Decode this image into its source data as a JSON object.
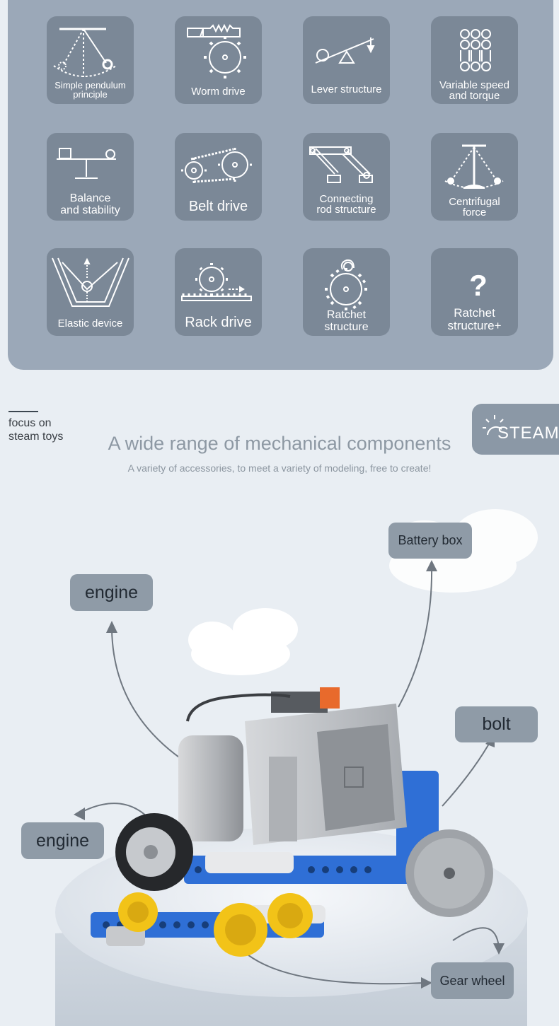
{
  "features": [
    {
      "label_1": "Simple pendulum",
      "label_2": "principle",
      "icon": "pendulum-icon"
    },
    {
      "label_1": "Worm drive",
      "label_2": "",
      "icon": "worm-gear-icon"
    },
    {
      "label_1": "Lever structure",
      "label_2": "",
      "icon": "lever-icon"
    },
    {
      "label_1": "Variable speed",
      "label_2": "and torque",
      "icon": "gearshift-icon"
    },
    {
      "label_1": "Balance",
      "label_2": "and stability",
      "icon": "balance-icon"
    },
    {
      "label_1": "Belt drive",
      "label_2": "",
      "icon": "belt-drive-icon"
    },
    {
      "label_1": "Connecting",
      "label_2": "rod structure",
      "icon": "connecting-rod-icon"
    },
    {
      "label_1": "Centrifugal",
      "label_2": "force",
      "icon": "centrifugal-icon"
    },
    {
      "label_1": "Elastic device",
      "label_2": "",
      "icon": "elastic-icon"
    },
    {
      "label_1": "Rack drive",
      "label_2": "",
      "icon": "rack-gear-icon"
    },
    {
      "label_1": "Ratchet",
      "label_2": "structure",
      "icon": "ratchet-icon"
    },
    {
      "label_1": "Ratchet",
      "label_2": "structure+",
      "icon": "question-icon"
    }
  ],
  "header": {
    "focus_line_1": "focus on",
    "focus_line_2": "steam toys",
    "steam_logo": "STEAM",
    "title": "A wide range of mechanical components",
    "subtitle": "A variety of accessories, to meet a variety of modeling, free to create!"
  },
  "callouts": {
    "engine_top": "engine",
    "battery_box": "Battery box",
    "bolt": "bolt",
    "engine_left": "engine",
    "gear_wheel": "Gear wheel"
  },
  "colors": {
    "panel": "#9ba8b8",
    "card": "#7b8897",
    "accent_blue": "#2f6fd6",
    "gear_yellow": "#f2c318",
    "motor_orange": "#e86a2c"
  }
}
